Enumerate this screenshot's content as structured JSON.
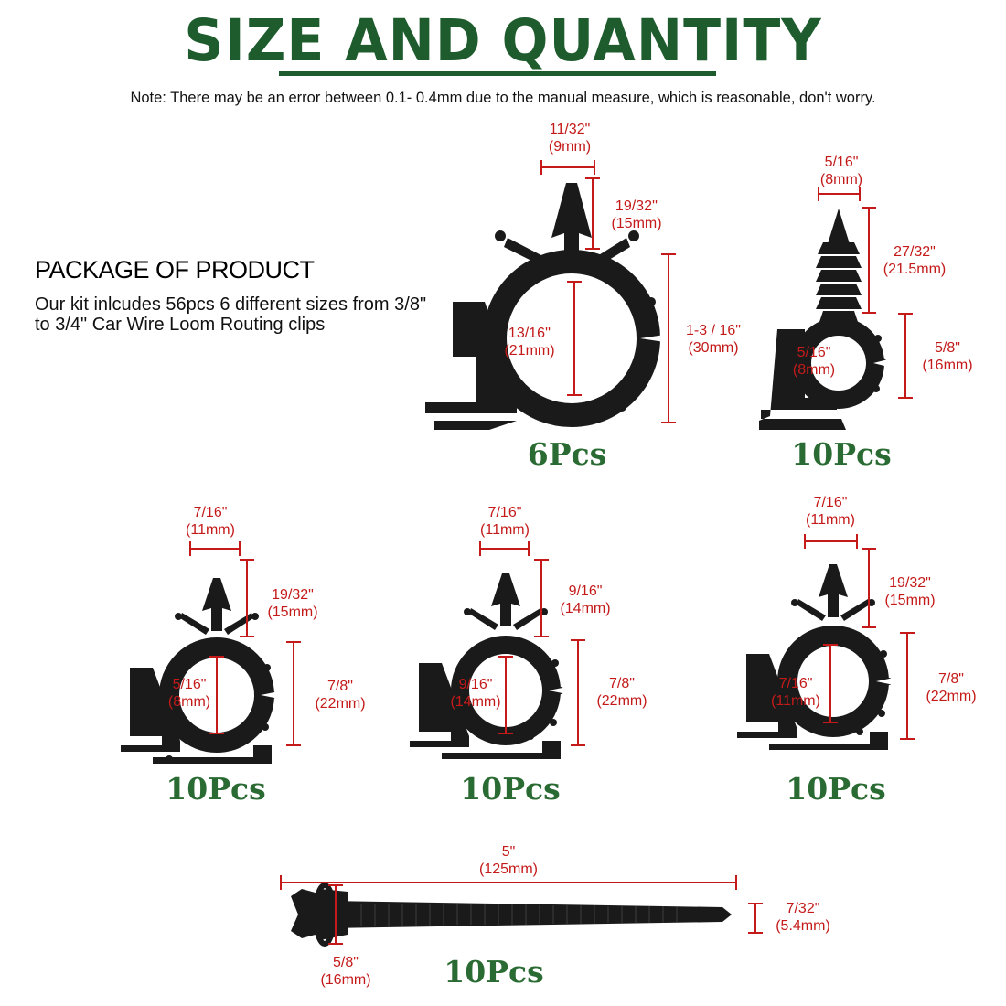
{
  "title": "SIZE AND QUANTITY",
  "note": "Note: There may be an error between 0.1- 0.4mm due to the manual measure, which is reasonable, don't worry.",
  "package": {
    "heading": "PACKAGE OF PRODUCT",
    "description": "Our kit inlcudes 56pcs 6 different sizes from 3/8\" to 3/4\" Car Wire Loom Routing clips"
  },
  "colors": {
    "title_green": "#1e5c2e",
    "quantity_green": "#2a6b33",
    "dimension_red": "#c41a1a",
    "clip": "#1a1a1a"
  },
  "clips": [
    {
      "quantity": "6Pcs",
      "dims": {
        "head_width": [
          "11/32\"",
          "(9mm)"
        ],
        "head_height": [
          "19/32''",
          "(15mm)"
        ],
        "inner": [
          "13/16''",
          "(21mm)"
        ],
        "outer": [
          "1-3 / 16\"",
          "(30mm)"
        ]
      }
    },
    {
      "quantity": "10Pcs",
      "dims": {
        "head_width": [
          "5/16\"",
          "(8mm)"
        ],
        "head_height": [
          "27/32\"",
          "(21.5mm)"
        ],
        "inner": [
          "5/16\"",
          "(8mm)"
        ],
        "outer": [
          "5/8\"",
          "(16mm)"
        ]
      }
    },
    {
      "quantity": "10Pcs",
      "dims": {
        "head_width": [
          "7/16\"",
          "(11mm)"
        ],
        "head_height": [
          "19/32\"",
          "(15mm)"
        ],
        "inner": [
          "5/16\"",
          "(8mm)"
        ],
        "outer": [
          "7/8\"",
          "(22mm)"
        ]
      }
    },
    {
      "quantity": "10Pcs",
      "dims": {
        "head_width": [
          "7/16\"",
          "(11mm)"
        ],
        "head_height": [
          "9/16\"",
          "(14mm)"
        ],
        "inner": [
          "9/16\"",
          "(14mm)"
        ],
        "outer": [
          "7/8\"",
          "(22mm)"
        ]
      }
    },
    {
      "quantity": "10Pcs",
      "dims": {
        "head_width": [
          "7/16\"",
          "(11mm)"
        ],
        "head_height": [
          "19/32\"",
          "(15mm)"
        ],
        "inner": [
          "7/16\"",
          "(11mm)"
        ],
        "outer": [
          "7/8\"",
          "(22mm)"
        ]
      }
    },
    {
      "quantity": "10Pcs",
      "dims": {
        "length": [
          "5\"",
          "(125mm)"
        ],
        "strap_width": [
          "7/32\"",
          "(5.4mm)"
        ],
        "head": [
          "5/8\"",
          "(16mm)"
        ]
      }
    }
  ]
}
